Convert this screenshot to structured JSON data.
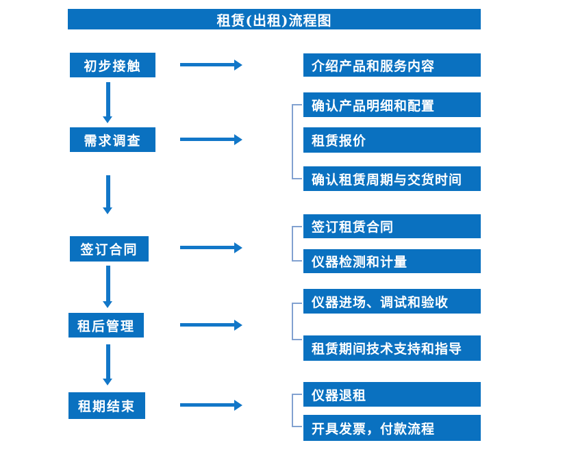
{
  "title": "租赁(出租)流程图",
  "colors": {
    "box_blue": "#0a71c0",
    "arrow_blue": "#1277c8",
    "bracket_blue": "#81a1d0",
    "text_white": "#ffffff"
  },
  "steps": [
    {
      "label": "初步接触",
      "details": [
        "介绍产品和服务内容"
      ]
    },
    {
      "label": "需求调查",
      "details": [
        "确认产品明细和配置",
        "租赁报价",
        "确认租赁周期与交货时间"
      ]
    },
    {
      "label": "签订合同",
      "details": [
        "签订租赁合同",
        "仪器检测和计量"
      ]
    },
    {
      "label": "租后管理",
      "details": [
        "仪器进场、调试和验收",
        "租赁期间技术支持和指导"
      ]
    },
    {
      "label": "租期结束",
      "details": [
        "仪器退租",
        "开具发票，付款流程"
      ]
    }
  ]
}
